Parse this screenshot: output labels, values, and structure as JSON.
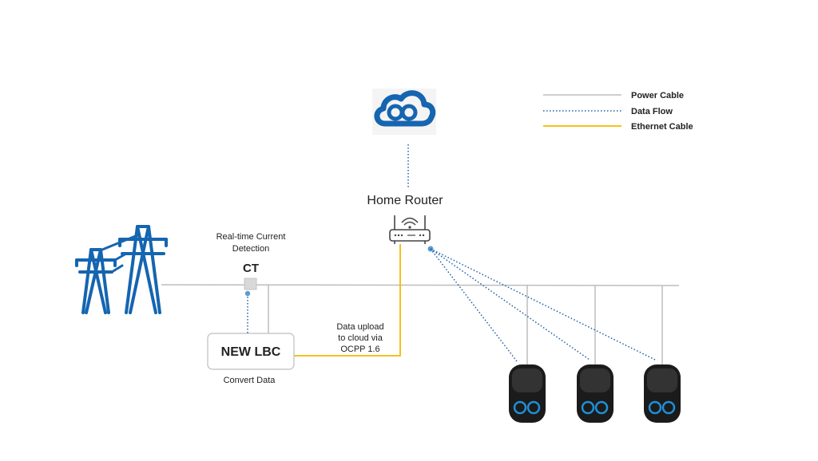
{
  "legend": {
    "power_cable": "Power Cable",
    "data_flow": "Data Flow",
    "ethernet_cable": "Ethernet Cable"
  },
  "colors": {
    "power": "#bdbdbd",
    "data": "#1f5fa8",
    "ethernet": "#f5b800",
    "icon_blue": "#1565b0",
    "charger_ring": "#1e90d6"
  },
  "labels": {
    "home_router": "Home Router",
    "current_detection_line1": "Real-time Current",
    "current_detection_line2": "Detection",
    "ct": "CT",
    "lbc_box": "NEW LBC",
    "convert_data": "Convert Data",
    "upload_line1": "Data upload",
    "upload_line2": "to cloud via",
    "upload_line3": "OCPP 1.6"
  },
  "icons": {
    "cloud": "cloud-icon",
    "router": "wifi-router-icon",
    "pylon": "power-pylon-icon",
    "charger": "ev-charger-icon"
  }
}
